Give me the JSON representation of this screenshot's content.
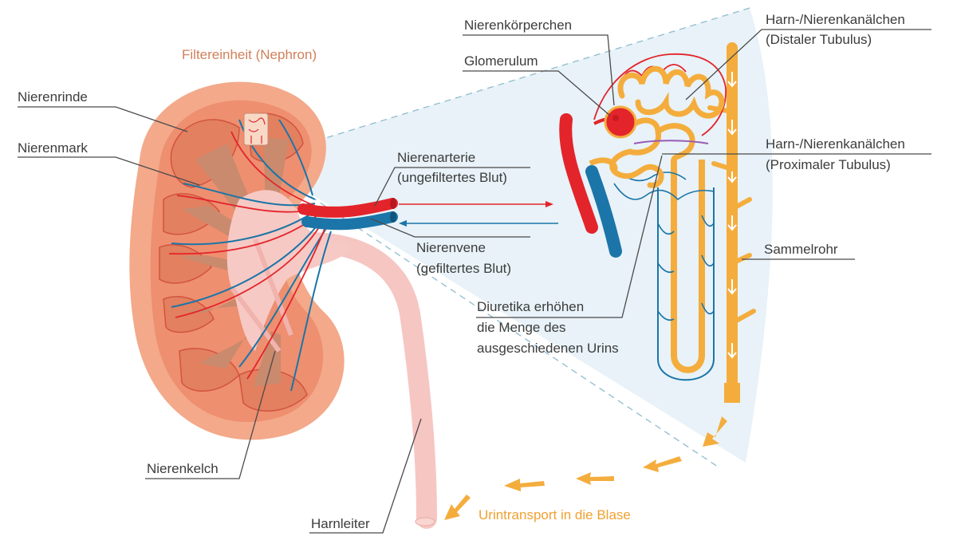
{
  "title": "Filtereinheit (Nephron)",
  "labels": {
    "nierenrinde": "Nierenrinde",
    "nierenmark": "Nierenmark",
    "nierenkelch": "Nierenkelch",
    "harnleiter": "Harnleiter",
    "nierenarterie_1": "Nierenarterie",
    "nierenarterie_2": "(ungefiltertes Blut)",
    "nierenvene_1": "Nierenvene",
    "nierenvene_2": "(gefiltertes Blut)",
    "nierenkoerperchen": "Nierenkörperchen",
    "glomerulum": "Glomerulum",
    "distal_1": "Harn-/Nierenkanälchen",
    "distal_2": "(Distaler Tubulus)",
    "proximal_1": "Harn-/Nierenkanälchen",
    "proximal_2": "(Proximaler Tubulus)",
    "sammelrohr": "Sammelrohr",
    "diuretika_1": "Diuretika erhöhen",
    "diuretika_2": "die Menge des",
    "diuretika_3": "ausgeschiedenen Urins",
    "urintransport": "Urintransport in die Blase"
  },
  "colors": {
    "kidney_outer": "#f3a98a",
    "kidney_cortex": "#ee8f70",
    "medulla": "#c98a6e",
    "pelvis": "#f7c9c4",
    "ureter": "#f6c6c3",
    "artery": "#e3242b",
    "vein": "#1b75a8",
    "tubule": "#f4ad3d",
    "highlight_panel": "#e7f1f7",
    "title": "#d08059",
    "urine_label": "#f0a030"
  }
}
